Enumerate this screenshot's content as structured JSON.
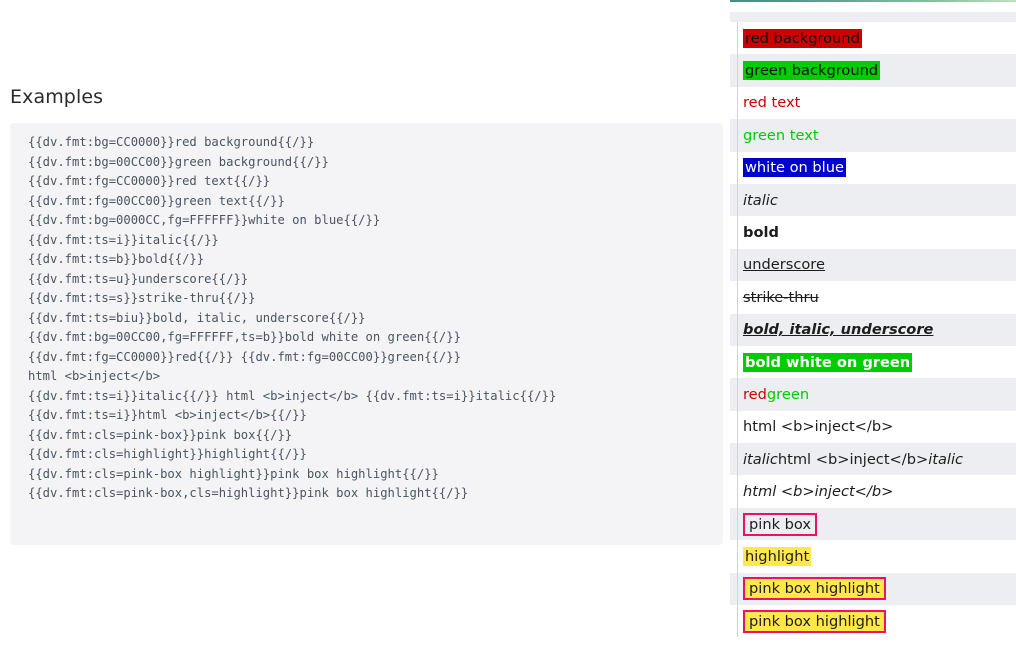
{
  "page": {
    "heading": "Examples"
  },
  "source": {
    "lines": [
      "{{dv.fmt:bg=CC0000}}red background{{/}}",
      "{{dv.fmt:bg=00CC00}}green background{{/}}",
      "{{dv.fmt:fg=CC0000}}red text{{/}}",
      "{{dv.fmt:fg=00CC00}}green text{{/}}",
      "{{dv.fmt:bg=0000CC,fg=FFFFFF}}white on blue{{/}}",
      "{{dv.fmt:ts=i}}italic{{/}}",
      "{{dv.fmt:ts=b}}bold{{/}}",
      "{{dv.fmt:ts=u}}underscore{{/}}",
      "{{dv.fmt:ts=s}}strike-thru{{/}}",
      "{{dv.fmt:ts=biu}}bold, italic, underscore{{/}}",
      "{{dv.fmt:bg=00CC00,fg=FFFFFF,ts=b}}bold white on green{{/}}",
      "{{dv.fmt:fg=CC0000}}red{{/}} {{dv.fmt:fg=00CC00}}green{{/}}",
      "html <b>inject</b>",
      "{{dv.fmt:ts=i}}italic{{/}} html <b>inject</b> {{dv.fmt:ts=i}}italic{{/}}",
      "{{dv.fmt:ts=i}}html <b>inject</b>{{/}}",
      "{{dv.fmt:cls=pink-box}}pink box{{/}}",
      "{{dv.fmt:cls=highlight}}highlight{{/}}",
      "{{dv.fmt:cls=pink-box highlight}}pink box highlight{{/}}",
      "{{dv.fmt:cls=pink-box,cls=highlight}}pink box highlight{{/}}"
    ]
  },
  "preview": {
    "rows": [
      {
        "text": "red background",
        "style": "bg-red",
        "stripe": false
      },
      {
        "text": "green background",
        "style": "bg-green",
        "stripe": true
      },
      {
        "text": "red text",
        "style": "fg-red",
        "stripe": false
      },
      {
        "text": "green text",
        "style": "fg-green",
        "stripe": true
      },
      {
        "text": "white on blue",
        "style": "bg-blue-fg-white",
        "stripe": false
      },
      {
        "text": "italic",
        "style": "ts-i",
        "stripe": true
      },
      {
        "text": "bold",
        "style": "ts-b",
        "stripe": false
      },
      {
        "text": "underscore",
        "style": "ts-u",
        "stripe": true
      },
      {
        "text": "strike-thru",
        "style": "ts-s",
        "stripe": false
      },
      {
        "text": "bold, italic, underscore",
        "style": "ts-biu",
        "stripe": true
      },
      {
        "text": "bold white on green",
        "style": "bg-green-fg-white-b",
        "stripe": false
      },
      {
        "text": "",
        "style": "two-color",
        "stripe": true,
        "parts": [
          {
            "text": "red",
            "style": "fg-red"
          },
          {
            "text": " "
          },
          {
            "text": "green",
            "style": "fg-green"
          }
        ]
      },
      {
        "text": "html <b>inject</b>",
        "style": "",
        "stripe": false
      },
      {
        "text": "",
        "style": "mixed-italic",
        "stripe": true,
        "parts": [
          {
            "text": "italic",
            "style": "ts-i"
          },
          {
            "text": " html <b>inject</b> "
          },
          {
            "text": "italic",
            "style": "ts-i"
          }
        ]
      },
      {
        "text": "html <b>inject</b>",
        "style": "ts-i",
        "stripe": false
      },
      {
        "text": "pink box",
        "style": "pink-box",
        "stripe": true
      },
      {
        "text": "highlight",
        "style": "highlight",
        "stripe": false
      },
      {
        "text": "pink box highlight",
        "style": "pink-box highlight",
        "stripe": true
      },
      {
        "text": "pink box highlight",
        "style": "pink-box highlight",
        "stripe": false
      }
    ]
  },
  "colors": {
    "red": "#CC0000",
    "green": "#00CC00",
    "blue": "#0000CC",
    "white": "#FFFFFF",
    "highlight_yellow": "#FFE84A",
    "pink_box_border": "#EC1164",
    "code_background": "#F4F4F6",
    "stripe": "#ECEEF2",
    "top_rule": "#3F8F84"
  }
}
